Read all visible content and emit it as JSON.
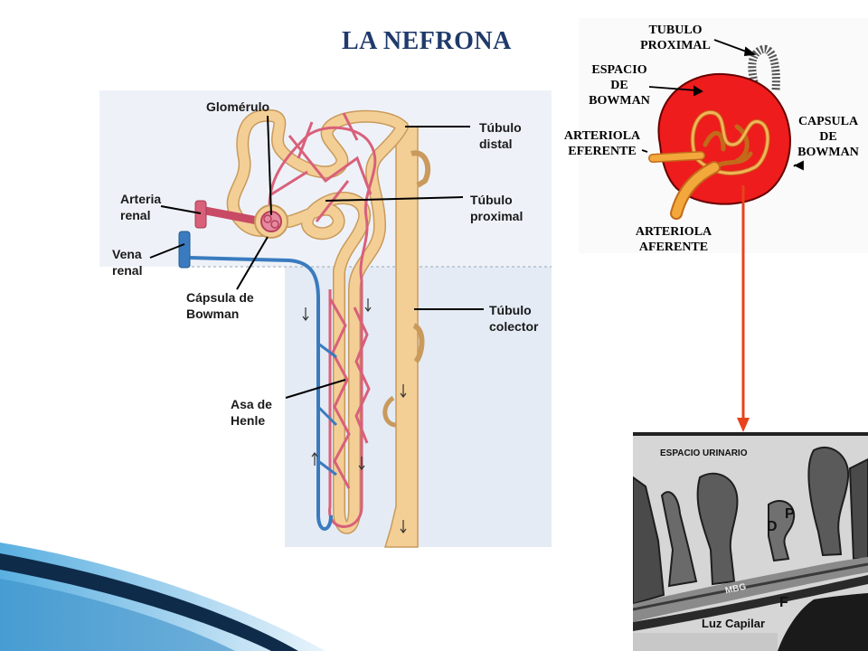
{
  "slide": {
    "title": "LA NEFRONA",
    "accent_color": "#1f3a6b"
  },
  "left_diagram": {
    "labels": {
      "glomerulo": "Glomérulo",
      "tubulo_distal_1": "Túbulo",
      "tubulo_distal_2": "distal",
      "arteria_renal_1": "Arteria",
      "arteria_renal_2": "renal",
      "tubulo_proximal_1": "Túbulo",
      "tubulo_proximal_2": "proximal",
      "vena_renal_1": "Vena",
      "vena_renal_2": "renal",
      "capsula_1": "Cápsula de",
      "capsula_2": "Bowman",
      "tubulo_colector_1": "Túbulo",
      "tubulo_colector_2": "colector",
      "asa_1": "Asa de",
      "asa_2": "Henle"
    }
  },
  "right_diagram": {
    "labels": {
      "tubulo_proximal_1": "TUBULO",
      "tubulo_proximal_2": "PROXIMAL",
      "espacio_1": "ESPACIO",
      "espacio_2": "DE",
      "espacio_3": "BOWMAN",
      "arteriola_eferente_1": "ARTERIOLA",
      "arteriola_eferente_2": "EFERENTE",
      "capsula_1": "CAPSULA",
      "capsula_2": "DE",
      "capsula_3": "BOWMAN",
      "arteriola_aferente_1": "ARTERIOLA",
      "arteriola_aferente_2": "AFERENTE"
    }
  },
  "micrograph": {
    "labels": {
      "espacio_urinario": "ESPACIO URINARIO",
      "d": "D",
      "p": "P",
      "mbg": "MBG",
      "f": "F",
      "luz_capilar": "Luz Capilar"
    }
  },
  "colors": {
    "tubule": "#f3cf96",
    "tubule_edge": "#c99a5c",
    "vessel_red": "#d9607a",
    "vein_blue": "#3a7bbf",
    "capsule_red": "#ee1c1c",
    "arrow_red": "#e8421c",
    "swoosh_dark": "#0f2b4a",
    "swoosh_light": "#5ab0e0"
  }
}
